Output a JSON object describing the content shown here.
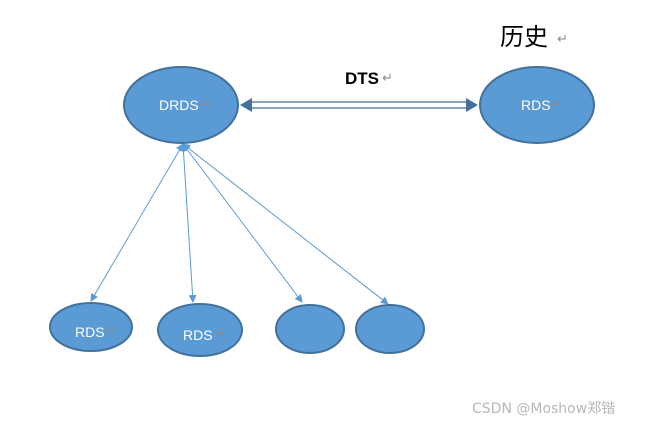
{
  "labels": {
    "history": "历史",
    "dts": "DTS",
    "return_mark": "↵"
  },
  "nodes": {
    "drds": "DRDS",
    "rds_history": "RDS",
    "rds_1": "RDS",
    "rds_2": "RDS",
    "node_3": "",
    "node_4": ""
  },
  "watermark": "CSDN @Moshow郑锴",
  "colors": {
    "node_fill": "#5b9bd5",
    "node_stroke": "#41719c",
    "connector": "#5b9bd5",
    "dts_arrow": "#41719c"
  }
}
